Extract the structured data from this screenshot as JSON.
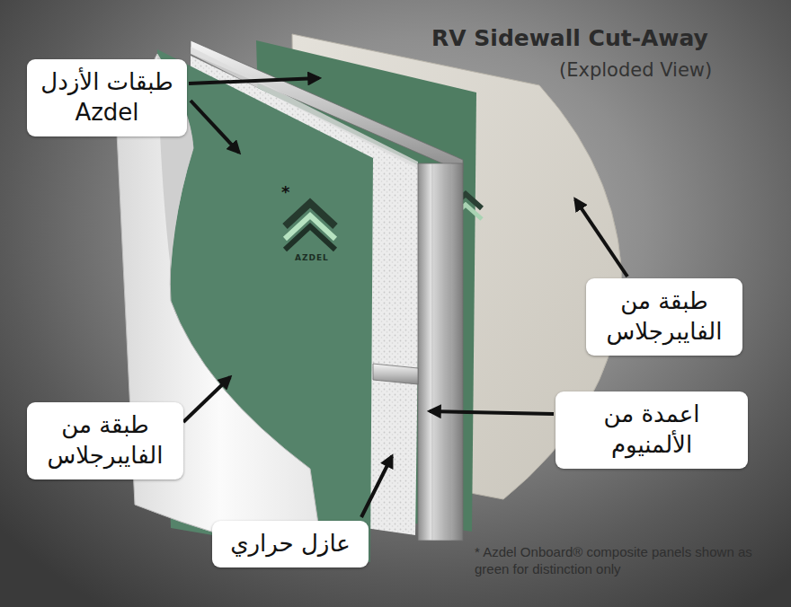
{
  "diagram": {
    "title": "RV Sidewall Cut-Away",
    "caption": "* Azdel Onboard® composite panels shown as green for distinction only",
    "nodes": [
      {
        "text": [
          "طبقات الأزدل Azdel"
        ]
      },
      {
        "text": [
          "طبقة من الفايبرجلاس"
        ]
      },
      {
        "text": [
          "اعمدة من الألمنيوم"
        ]
      },
      {
        "text": [
          "طبقة من الفايبرجلاس"
        ]
      },
      {
        "text": [
          "عازل حراري"
        ]
      }
    ],
    "labels": [
      "(Exploded View)",
      "*",
      "AZDEL"
    ]
  }
}
